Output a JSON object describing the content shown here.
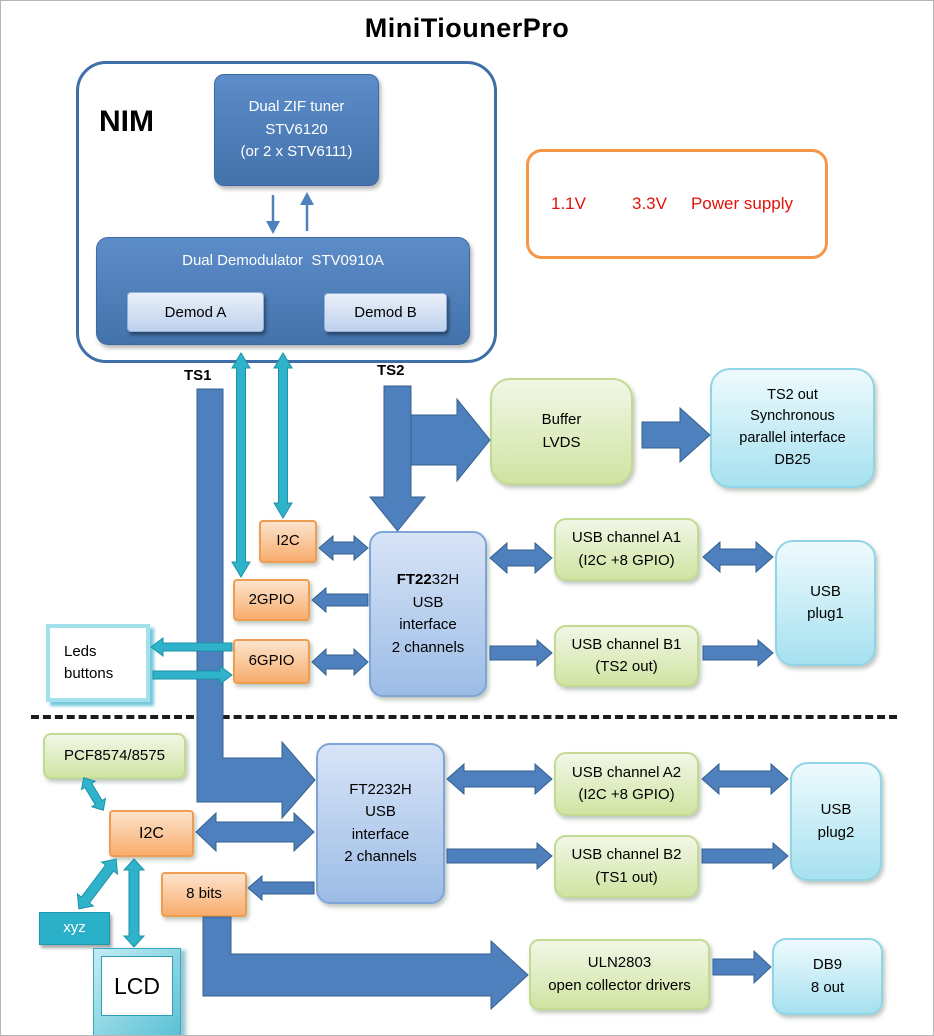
{
  "title": "MiniTiounerPro",
  "nim": {
    "label": "NIM",
    "tuner": "Dual ZIF tuner\nSTV6120\n(or 2 x STV6111)",
    "demod_title": "Dual Demodulator  STV0910A",
    "demod_a": "Demod A",
    "demod_b": "Demod B"
  },
  "power": {
    "v1": "1.1V",
    "v2": "3.3V",
    "label": "Power supply"
  },
  "labels": {
    "ts1": "TS1",
    "ts2": "TS2"
  },
  "boxes": {
    "buffer_lvds": "Buffer\nLVDS",
    "ts2_out": "TS2 out\nSynchronous\nparallel interface\nDB25",
    "i2c_top": "I2C",
    "gpio2": "2GPIO",
    "gpio6": "6GPIO",
    "leds_buttons": "Leds\nbuttons",
    "ft1_bold": "FT22",
    "ft1_rest": "32H",
    "ft1_lines": "USB\ninterface\n2 channels",
    "usb_a1": "USB channel A1\n(I2C +8 GPIO)",
    "usb_b1": "USB channel B1\n(TS2 out)",
    "usb_plug1": "USB\nplug1",
    "pcf": "PCF8574/8575",
    "i2c_bottom": "I2C",
    "ft2": "FT2232H\nUSB\ninterface\n2 channels",
    "usb_a2": "USB channel A2\n(I2C +8 GPIO)",
    "usb_b2": "USB channel B2\n(TS1 out)",
    "usb_plug2": "USB\nplug2",
    "bits8": "8 bits",
    "xyz": "xyz",
    "lcd": "LCD",
    "uln2803": "ULN2803\nopen collector drivers",
    "db9": "DB9\n8 out"
  },
  "colors": {
    "arrow_blue": "#4d80bd",
    "arrow_teal": "#2fb3ca",
    "dark_blue_box": "#4d80be",
    "light_blue_box": "#b9d0ec",
    "green_box": "#d9e8ad",
    "cyan_box": "#b5e6f2",
    "orange_box": "#f8ad6d",
    "power_border": "#f79646",
    "power_text": "#e3120b",
    "nim_border": "#3f6fa8"
  }
}
